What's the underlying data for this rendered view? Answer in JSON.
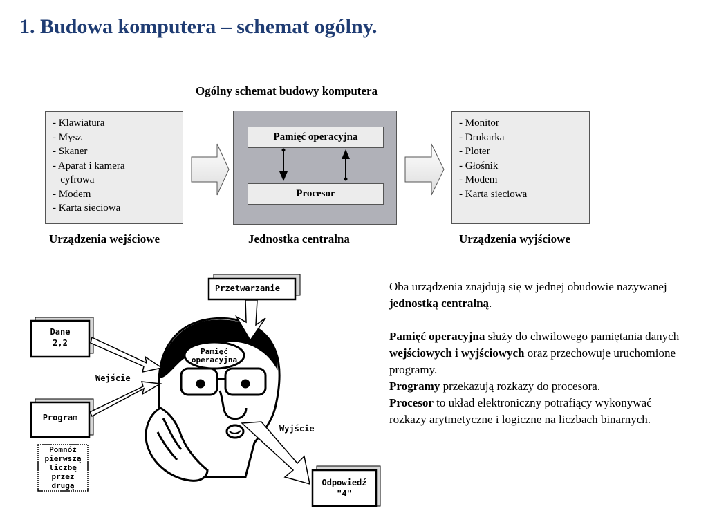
{
  "title": "1. Budowa komputera – schemat ogólny.",
  "diagram": {
    "title": "Ogólny schemat budowy komputera",
    "input_items": [
      "- Klawiatura",
      "- Mysz",
      "- Skaner",
      "- Aparat i kamera",
      "   cyfrowa",
      "- Modem",
      "- Karta sieciowa"
    ],
    "output_items": [
      "- Monitor",
      "- Drukarka",
      "- Ploter",
      "- Głośnik",
      "- Modem",
      "- Karta sieciowa"
    ],
    "memory_label": "Pamięć operacyjna",
    "processor_label": "Procesor",
    "input_caption": "Urządzenia wejściowe",
    "cpu_caption": "Jednostka centralna",
    "output_caption": "Urządzenia wyjściowe"
  },
  "text": {
    "p1_a": "Oba urządzenia znajdują się w jednej obudowie nazywanej ",
    "p1_b": "jednostką centralną",
    "p1_c": ".",
    "p2_a": "Pamięć operacyjna",
    "p2_b": " służy do chwilowego pamiętania danych ",
    "p2_c": "wejściowych i wyjściowych",
    "p2_d": " oraz przechowuje uruchomione programy.",
    "p3_a": "Programy",
    "p3_b": " przekazują rozkazy do procesora.",
    "p4_a": "Procesor",
    "p4_b": " to układ elektroniczny potrafiący wykonywać rozkazy arytmetyczne i logiczne na liczbach binarnych."
  },
  "illustration": {
    "processing_label": "Przetwarzanie",
    "data_label_line1": "Dane",
    "data_label_line2": "2,2",
    "program_label": "Program",
    "note_lines": [
      "Pomnóż",
      "pierwszą",
      "liczbę",
      "przez",
      "drugą"
    ],
    "input_label": "Wejście",
    "output_label": "Wyjście",
    "memory_line1": "Pamięć",
    "memory_line2": "operacyjna",
    "answer_line1": "Odpowiedź",
    "answer_line2": "\"4\""
  }
}
